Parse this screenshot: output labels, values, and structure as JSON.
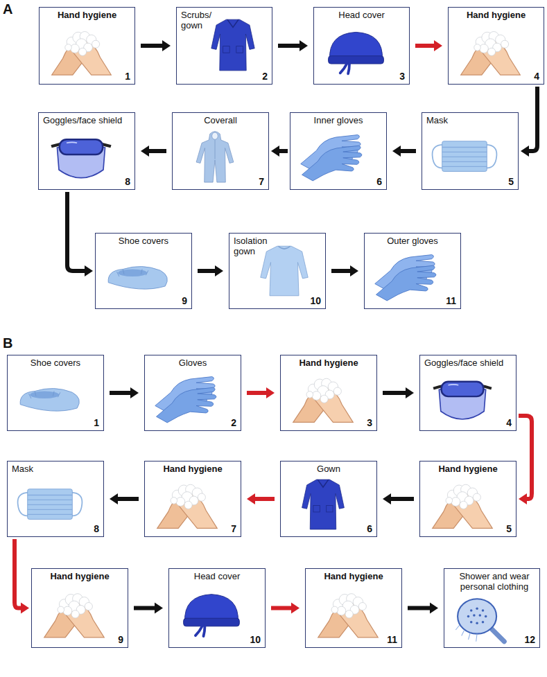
{
  "diagram": {
    "nodes": [
      {
        "text": [
          "Hand hygiene",
          "1"
        ]
      },
      {
        "text": [
          "Scrubs/ gown",
          "2"
        ]
      },
      {
        "text": [
          "Head cover",
          "3"
        ]
      },
      {
        "text": [
          "Hand hygiene",
          "4"
        ]
      },
      {
        "text": [
          "Mask",
          "5"
        ]
      },
      {
        "text": [
          "Inner gloves",
          "6"
        ]
      },
      {
        "text": [
          "Coverall",
          "7"
        ]
      },
      {
        "text": [
          "Goggles/face shield",
          "8"
        ]
      },
      {
        "text": [
          "Shoe covers",
          "9"
        ]
      },
      {
        "text": [
          "Isolation gown",
          "10"
        ]
      },
      {
        "text": [
          "Outer gloves",
          "11"
        ]
      },
      {
        "text": [
          "Shoe covers",
          "1"
        ]
      },
      {
        "text": [
          "Gloves",
          "2"
        ]
      },
      {
        "text": [
          "Hand hygiene",
          "3"
        ]
      },
      {
        "text": [
          "Goggles/face shield",
          "4"
        ]
      },
      {
        "text": [
          "Hand hygiene",
          "5"
        ]
      },
      {
        "text": [
          "Gown",
          "6"
        ]
      },
      {
        "text": [
          "Hand hygiene",
          "7"
        ]
      },
      {
        "text": [
          "Mask",
          "8"
        ]
      },
      {
        "text": [
          "Hand hygiene",
          "9"
        ]
      },
      {
        "text": [
          "Head cover",
          "10"
        ]
      },
      {
        "text": [
          "Hand hygiene",
          "11"
        ]
      },
      {
        "text": [
          "Shower and wear personal clothing",
          "12"
        ]
      }
    ],
    "edges": [
      {
        "from": 0,
        "to": 1,
        "arrow": "to"
      },
      {
        "from": 1,
        "to": 2,
        "arrow": "to"
      },
      {
        "from": 2,
        "to": 3,
        "arrow": "to"
      },
      {
        "from": 3,
        "to": 4,
        "arrow": "to"
      },
      {
        "from": 4,
        "to": 5,
        "arrow": "to"
      },
      {
        "from": 5,
        "to": 6,
        "arrow": "to"
      },
      {
        "from": 6,
        "to": 7,
        "arrow": "to"
      },
      {
        "from": 7,
        "to": 8,
        "arrow": "to"
      },
      {
        "from": 8,
        "to": 9,
        "arrow": "to"
      },
      {
        "from": 9,
        "to": 10,
        "arrow": "to"
      },
      {
        "from": 11,
        "to": 12,
        "arrow": "to"
      },
      {
        "from": 12,
        "to": 13,
        "arrow": "to"
      },
      {
        "from": 13,
        "to": 14,
        "arrow": "to"
      },
      {
        "from": 14,
        "to": 15,
        "arrow": "to"
      },
      {
        "from": 15,
        "to": 16,
        "arrow": "to"
      },
      {
        "from": 16,
        "to": 17,
        "arrow": "to"
      },
      {
        "from": 17,
        "to": 18,
        "arrow": "to"
      },
      {
        "from": 18,
        "to": 19,
        "arrow": "to"
      },
      {
        "from": 19,
        "to": 20,
        "arrow": "to"
      },
      {
        "from": 20,
        "to": 21,
        "arrow": "to"
      },
      {
        "from": 21,
        "to": 22,
        "arrow": "to"
      }
    ],
    "labels": [
      "A",
      "B"
    ]
  }
}
